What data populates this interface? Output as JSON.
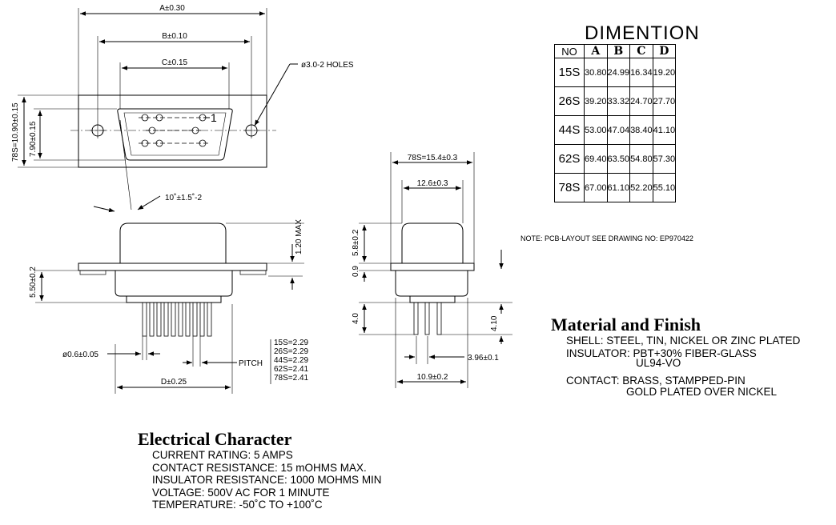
{
  "drawing": {
    "dims": {
      "a": "A±0.30",
      "b": "B±0.10",
      "c": "C±0.15",
      "holes": "ø3.0-2 HOLES",
      "pin1": "1",
      "h78": "78S=10.90±0.15",
      "h790": "7.90±0.15",
      "angle": "10˚±1.5˚-2",
      "max120": "1.20 MAX",
      "h550": "5.50±0.2",
      "pinDia": "ø0.6±0.05",
      "pitchLabel": "PITCH",
      "pitches": [
        "15S=2.29",
        "26S=2.29",
        "44S=2.29",
        "62S=2.41",
        "78S=2.41"
      ],
      "d": "D±0.25",
      "side78": "78S=15.4±0.3",
      "side126": "12.6±0.3",
      "side09": "0.9",
      "side58": "5.8±0.2",
      "side40": "4.0",
      "side410": "4.10",
      "side396": "3.96±0.1",
      "side109": "10.9±0.2"
    },
    "table": {
      "title": "DIMENTION",
      "headers": [
        "NO",
        "A",
        "B",
        "C",
        "D"
      ],
      "rows": [
        [
          "15S",
          "30.80",
          "24.99",
          "16.34",
          "19.20"
        ],
        [
          "26S",
          "39.20",
          "33.32",
          "24.70",
          "27.70"
        ],
        [
          "44S",
          "53.00",
          "47.04",
          "38.40",
          "41.10"
        ],
        [
          "62S",
          "69.40",
          "63.50",
          "54.80",
          "57.30"
        ],
        [
          "78S",
          "67.00",
          "61.10",
          "52.20",
          "55.10"
        ]
      ]
    },
    "note": "NOTE: PCB-LAYOUT SEE DRAWING NO: EP970422",
    "material": {
      "title": "Material and Finish",
      "lines": [
        "SHELL: STEEL, TIN, NICKEL OR ZINC PLATED",
        "INSULATOR: PBT+30% FIBER-GLASS",
        "UL94-VO",
        "CONTACT: BRASS, STAMPPED-PIN",
        "GOLD PLATED OVER NICKEL"
      ]
    },
    "electrical": {
      "title": "Electrical Character",
      "lines": [
        "CURRENT RATING: 5 AMPS",
        "CONTACT RESISTANCE: 15 mOHMS MAX.",
        "INSULATOR RESISTANCE: 1000 MOHMS MIN",
        "VOLTAGE: 500V AC FOR 1 MINUTE",
        "TEMPERATURE: -50˚C TO +100˚C"
      ]
    }
  }
}
